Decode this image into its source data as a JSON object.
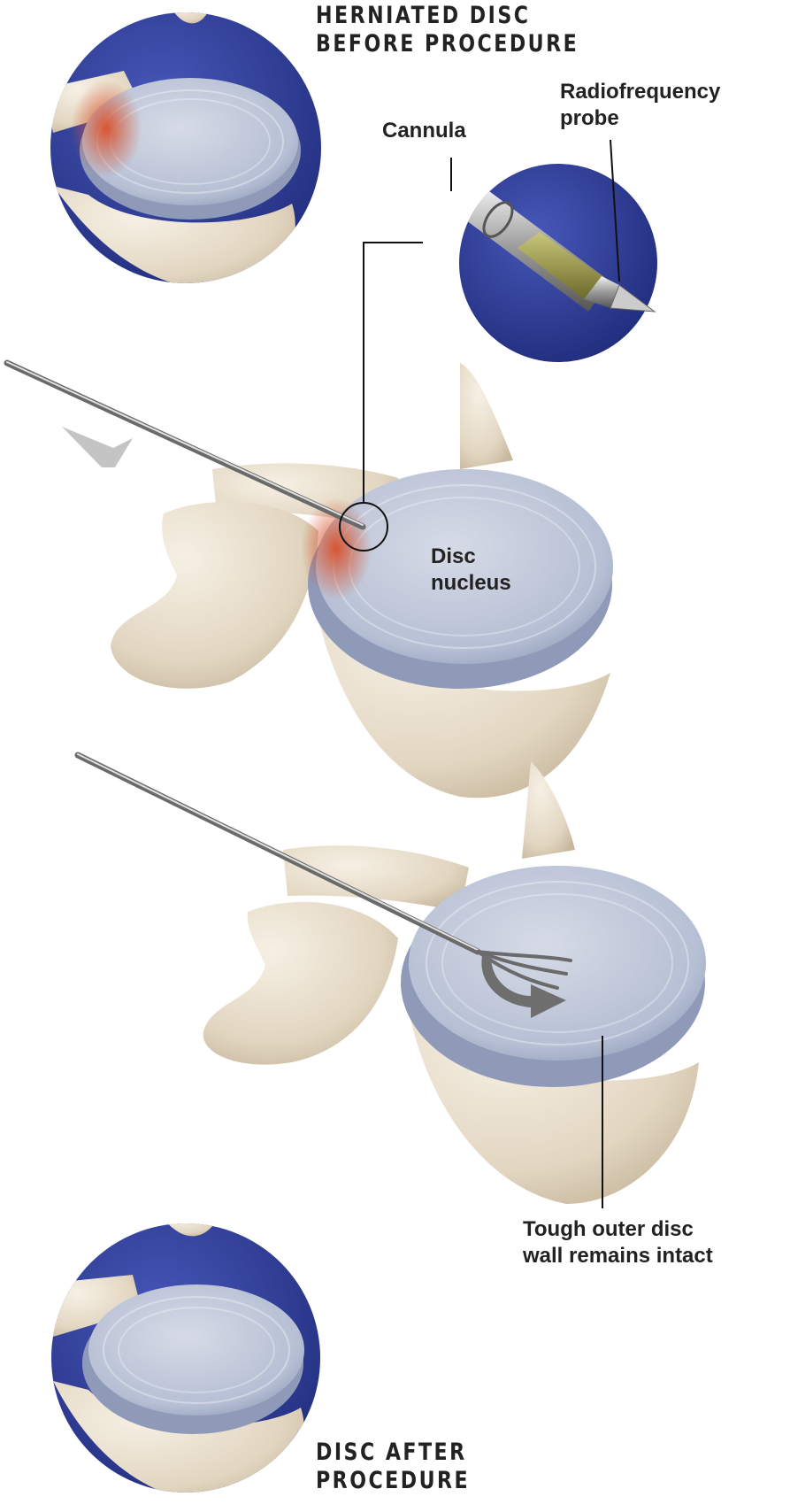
{
  "titles": {
    "before_line1": "HERNIATED DISC",
    "before_line2": "BEFORE PROCEDURE",
    "after_line1": "DISC AFTER",
    "after_line2": "PROCEDURE"
  },
  "labels": {
    "cannula": "Cannula",
    "probe_line1": "Radiofrequency",
    "probe_line2": "probe",
    "nucleus_line1": "Disc",
    "nucleus_line2": "nucleus",
    "wall_line1": "Tough outer disc",
    "wall_line2": "wall remains intact"
  },
  "colors": {
    "background_circle": "#2b3a8f",
    "bone": "#e6dccb",
    "disc": "#b9c3d8",
    "herniation": "#d8572f",
    "arrow_light": "#c4c4c4",
    "arrow_dark": "#6e6e6e"
  }
}
